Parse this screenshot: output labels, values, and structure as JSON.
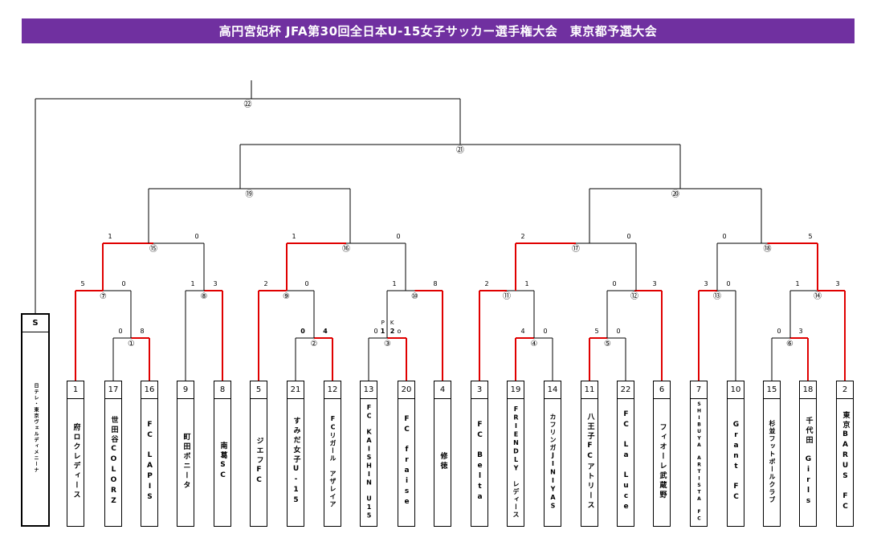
{
  "title": "高円宮妃杯 JFA第30回全日本U-15女子サッカー選手権大会　東京都予選大会",
  "seed": {
    "label": "S",
    "name": "日テレ・東京ヴェルディメニーナ"
  },
  "teams": [
    {
      "num": "1",
      "name": "府ロクレディース"
    },
    {
      "num": "17",
      "name": "世田谷COLORZ"
    },
    {
      "num": "16",
      "name": "FC　LAPIS"
    },
    {
      "num": "9",
      "name": "町田ボニータ"
    },
    {
      "num": "8",
      "name": "南葛SC"
    },
    {
      "num": "5",
      "name": "ジエフFC"
    },
    {
      "num": "21",
      "name": "すみだ女子U-15"
    },
    {
      "num": "12",
      "name": "FCリガール　アザレイア"
    },
    {
      "num": "13",
      "name": "FC　KAISHIN　U15"
    },
    {
      "num": "20",
      "name": "FC　fraise"
    },
    {
      "num": "4",
      "name": "修徳"
    },
    {
      "num": "3",
      "name": "FC　Belta"
    },
    {
      "num": "19",
      "name": "FRIENDLY　レディース"
    },
    {
      "num": "14",
      "name": "カフリンガJINIYAS"
    },
    {
      "num": "11",
      "name": "八王子FCアトリース"
    },
    {
      "num": "22",
      "name": "FC　La　Luce"
    },
    {
      "num": "6",
      "name": "フィオーレ武蔵野"
    },
    {
      "num": "7",
      "name": "SHIBUYA　ARTISTA　FC"
    },
    {
      "num": "10",
      "name": "Grant　FC"
    },
    {
      "num": "15",
      "name": "杉並フットボールクラブ"
    },
    {
      "num": "18",
      "name": "千代田　Girls"
    },
    {
      "num": "2",
      "name": "東京BARUS　FC"
    }
  ],
  "matches": [
    {
      "id": "m1",
      "label": "①",
      "left_score": "0",
      "right_score": "8",
      "winner": "right",
      "bold": false
    },
    {
      "id": "m2",
      "label": "②",
      "left_score": "0",
      "right_score": "4",
      "winner": "right",
      "bold": true
    },
    {
      "id": "m3",
      "label": "③",
      "left_score": "0",
      "right_score": "o",
      "winner": "right",
      "bold": false,
      "pk_label": "P　K",
      "pk_left": "1",
      "pk_right": "2"
    },
    {
      "id": "m4",
      "label": "④",
      "left_score": "4",
      "right_score": "0",
      "winner": "left",
      "bold": false
    },
    {
      "id": "m5",
      "label": "⑤",
      "left_score": "5",
      "right_score": "0",
      "winner": "left",
      "bold": false
    },
    {
      "id": "m6",
      "label": "⑥",
      "left_score": "0",
      "right_score": "3",
      "winner": "right",
      "bold": false
    },
    {
      "id": "m7",
      "label": "⑦",
      "left_score": "5",
      "right_score": "0",
      "winner": "left",
      "bold": false
    },
    {
      "id": "m8",
      "label": "⑧",
      "left_score": "1",
      "right_score": "3",
      "winner": "right",
      "bold": false
    },
    {
      "id": "m9",
      "label": "⑨",
      "left_score": "2",
      "right_score": "0",
      "winner": "left",
      "bold": false
    },
    {
      "id": "m10",
      "label": "⑩",
      "left_score": "1",
      "right_score": "8",
      "winner": "right",
      "bold": false
    },
    {
      "id": "m11",
      "label": "⑪",
      "left_score": "2",
      "right_score": "1",
      "winner": "left",
      "bold": false
    },
    {
      "id": "m12",
      "label": "⑫",
      "left_score": "0",
      "right_score": "3",
      "winner": "right",
      "bold": false
    },
    {
      "id": "m13",
      "label": "⑬",
      "left_score": "3",
      "right_score": "0",
      "winner": "left",
      "bold": false
    },
    {
      "id": "m14",
      "label": "⑭",
      "left_score": "1",
      "right_score": "3",
      "winner": "right",
      "bold": false
    },
    {
      "id": "m15",
      "label": "⑮",
      "left_score": "1",
      "right_score": "0",
      "winner": "left",
      "bold": false
    },
    {
      "id": "m16",
      "label": "⑯",
      "left_score": "1",
      "right_score": "0",
      "winner": "left",
      "bold": false
    },
    {
      "id": "m17",
      "label": "⑰",
      "left_score": "2",
      "right_score": "0",
      "winner": "left",
      "bold": false
    },
    {
      "id": "m18",
      "label": "⑱",
      "left_score": "0",
      "right_score": "5",
      "winner": "right",
      "bold": false
    },
    {
      "id": "m19",
      "label": "⑲",
      "left_score": "",
      "right_score": "",
      "winner": "",
      "bold": false
    },
    {
      "id": "m20",
      "label": "⑳",
      "left_score": "",
      "right_score": "",
      "winner": "",
      "bold": false
    },
    {
      "id": "m21",
      "label": "㉑",
      "left_score": "",
      "right_score": "",
      "winner": "",
      "bold": false
    },
    {
      "id": "m22",
      "label": "㉒",
      "left_score": "",
      "right_score": "",
      "winner": "",
      "bold": false
    }
  ],
  "colors": {
    "title_bg": "#7030a0",
    "title_text": "#ffffff",
    "winner_line": "#e00000",
    "line": "#000000"
  }
}
